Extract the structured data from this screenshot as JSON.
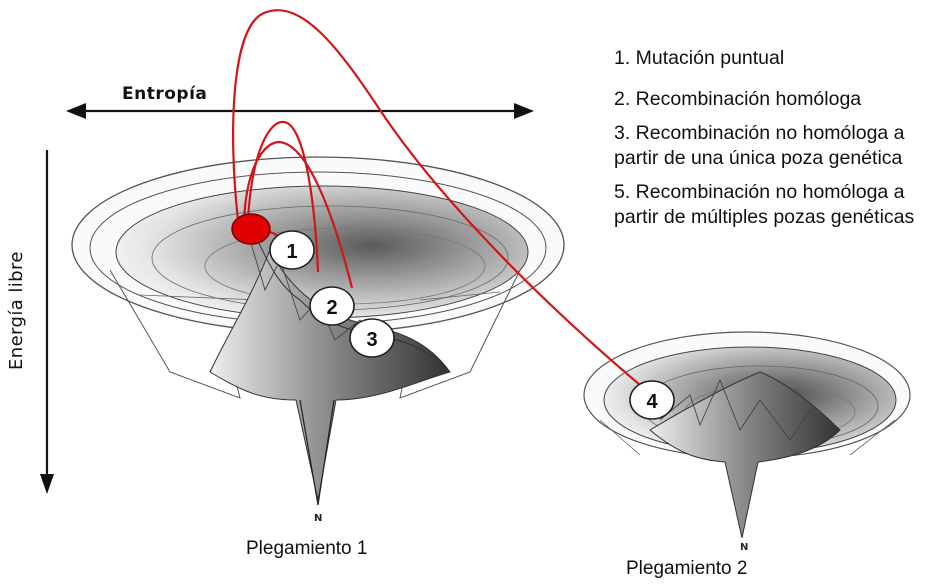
{
  "axes": {
    "entropy": "Entropía",
    "energy": "Energía libre"
  },
  "legend": {
    "items": [
      "1. Mutación puntual",
      "2. Recombinación homóloga",
      "3. Recombinación no homóloga a partir de una única poza genética",
      "5. Recombinación no homóloga a partir de múltiples pozas genéticas"
    ]
  },
  "funnels": {
    "fold1": {
      "caption": "Plegamiento 1",
      "bottom_label": "N"
    },
    "fold2": {
      "caption": "Plegamiento 2",
      "bottom_label": "N"
    }
  },
  "markers": [
    "1",
    "2",
    "3",
    "4"
  ],
  "colors": {
    "path": "#d0151b",
    "origin": "#e00000",
    "arrow": "#111111"
  }
}
